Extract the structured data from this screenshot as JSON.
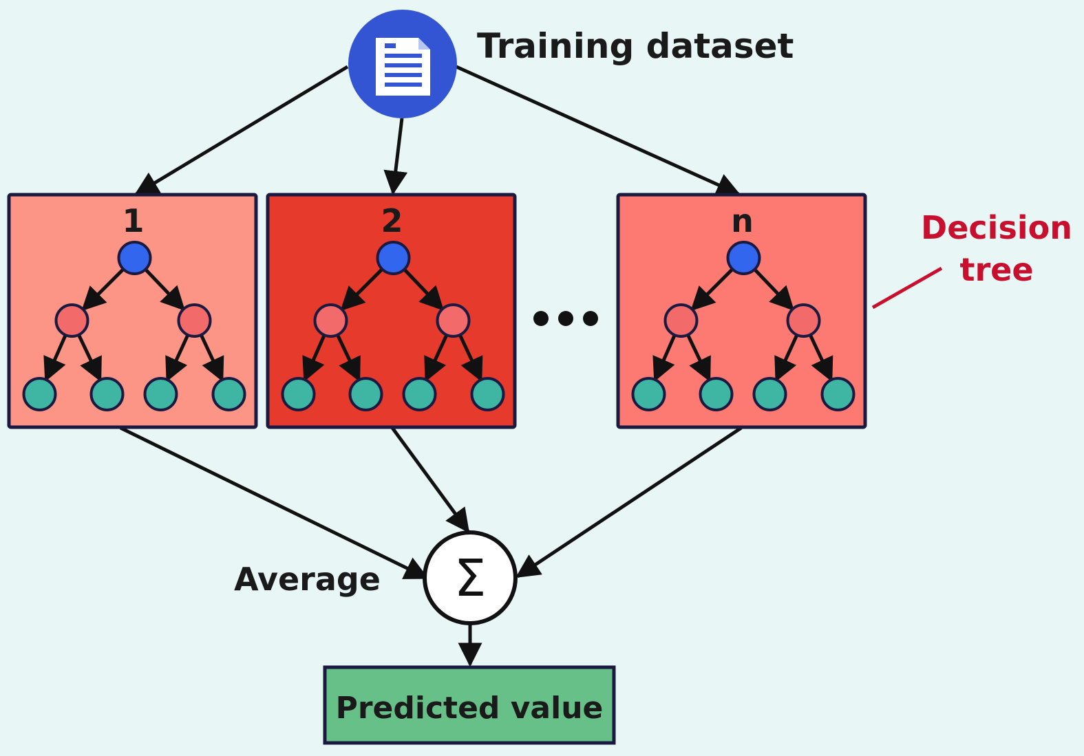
{
  "source": {
    "label": "Training dataset",
    "icon": "document-icon",
    "color": "#3355d4"
  },
  "trees": [
    {
      "label": "1",
      "fill": "#fc9585"
    },
    {
      "label": "2",
      "fill": "#e53a2c"
    },
    {
      "label": "n",
      "fill": "#fd7a72"
    }
  ],
  "ellipsis": "•••",
  "tree_annotation": {
    "line1": "Decision",
    "line2": "tree",
    "color": "#c8102e"
  },
  "aggregator": {
    "label": "Average",
    "symbol": "Σ"
  },
  "output": {
    "label": "Predicted value",
    "fill": "#66c088"
  },
  "colors": {
    "root_node": "#3366ee",
    "inner_node": "#f26a6a",
    "leaf_node": "#3fb6a4",
    "outline": "#1a1a40"
  }
}
